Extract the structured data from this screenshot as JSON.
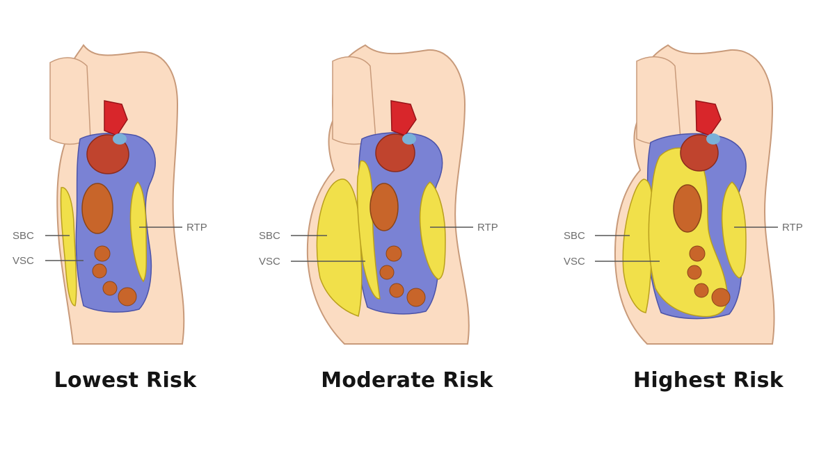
{
  "panels": [
    {
      "caption": "Lowest Risk",
      "labels": {
        "sbc": "SBC",
        "vsc": "VSC",
        "rtp": "RTP"
      }
    },
    {
      "caption": "Moderate Risk",
      "labels": {
        "sbc": "SBC",
        "vsc": "VSC",
        "rtp": "RTP"
      }
    },
    {
      "caption": "Highest Risk",
      "labels": {
        "sbc": "SBC",
        "vsc": "VSC",
        "rtp": "RTP"
      }
    }
  ],
  "colors": {
    "skin": "#fbdcc2",
    "skin_outline": "#c89a7a",
    "fat": "#f1e04a",
    "fat_outline": "#b99f1d",
    "viscera_blue": "#7a82d4",
    "heart_red": "#d8262b",
    "organ_orange": "#c8652a"
  }
}
